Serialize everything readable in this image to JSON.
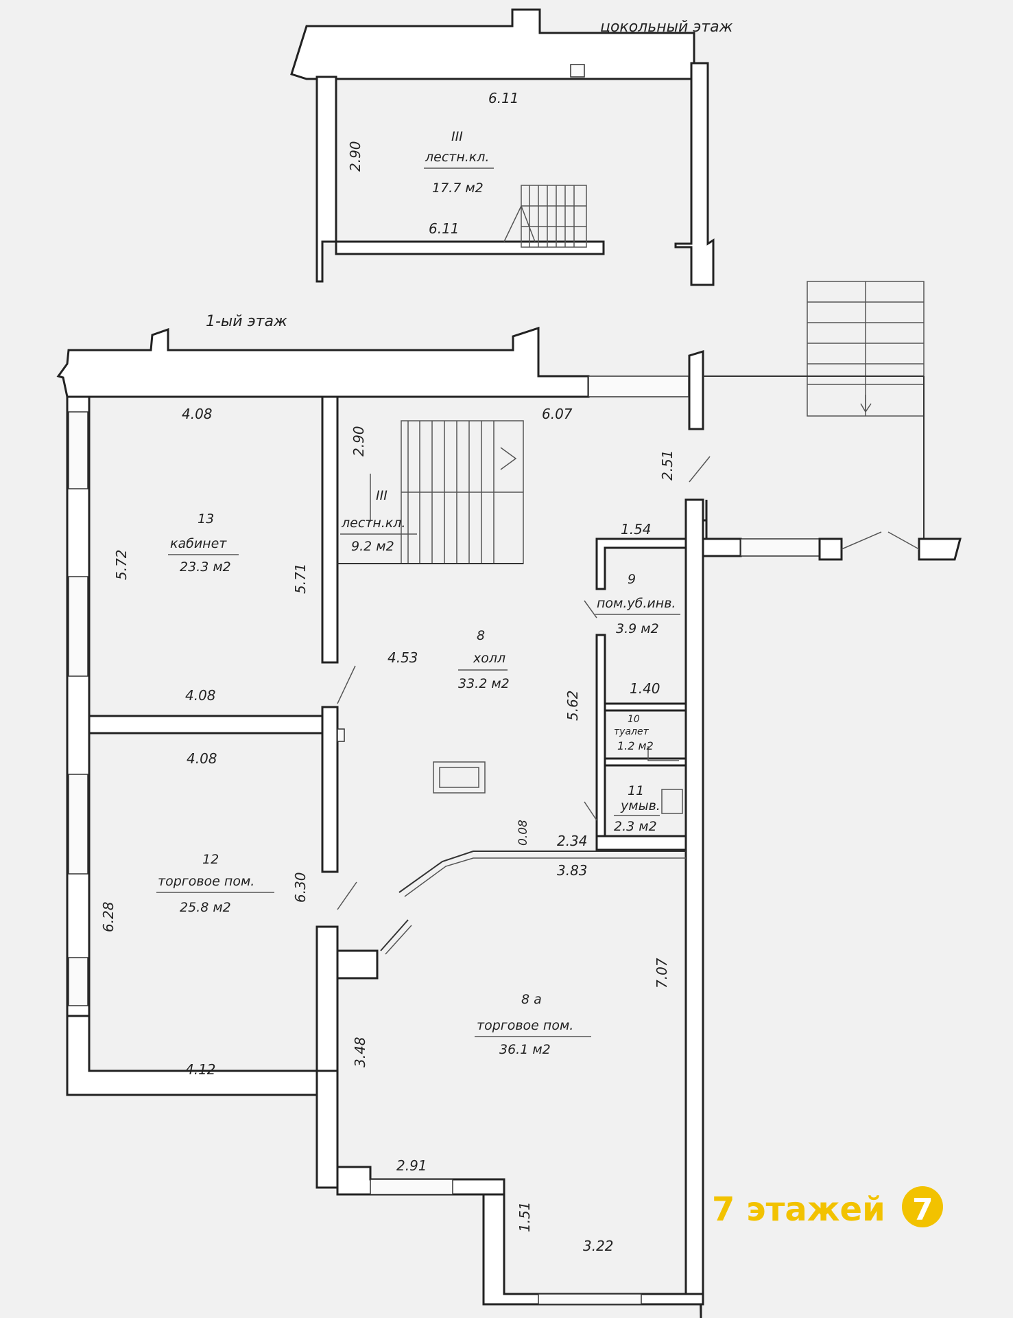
{
  "floors": {
    "basement_title": "цокольный этаж",
    "first_title": "1-ый этаж"
  },
  "rooms": {
    "stair_basement": {
      "number": "III",
      "name": "лестн.кл.",
      "area": "17.7 м2"
    },
    "stair_first": {
      "number": "III",
      "name": "лестн.кл.",
      "area": "9.2 м2"
    },
    "r13": {
      "number": "13",
      "name": "кабинет",
      "area": "23.3 м2"
    },
    "r8": {
      "number": "8",
      "name": "холл",
      "area": "33.2 м2"
    },
    "r9": {
      "number": "9",
      "name": "пом.уб.инв.",
      "area": "3.9 м2"
    },
    "r10": {
      "number": "10",
      "name": "туалет",
      "area": "1.2 м2"
    },
    "r11": {
      "number": "11",
      "name": "умыв.",
      "area": "2.3 м2"
    },
    "r12": {
      "number": "12",
      "name": "торговое пом.",
      "area": "25.8 м2"
    },
    "r8a": {
      "number": "8 а",
      "name": "торговое пом.",
      "area": "36.1 м2"
    }
  },
  "dimensions": {
    "b_top": "6.11",
    "b_left": "2.90",
    "b_bottom": "6.11",
    "r13_top": "4.08",
    "r13_left": "5.72",
    "r13_right": "5.71",
    "r13_bottom": "4.08",
    "stair_h": "2.90",
    "top_right": "6.07",
    "entry": "2.51",
    "r9_top": "1.54",
    "r9_bottom": "1.40",
    "hall_mid": "4.53",
    "hall_right": "5.62",
    "r12_top": "4.08",
    "r12_left": "6.28",
    "r12_right": "6.30",
    "r12_bottom": "4.12",
    "small_v": "0.08",
    "r8a_top_a": "2.34",
    "r8a_top_b": "3.83",
    "r8a_right": "7.07",
    "r8a_left": "3.48",
    "r8a_bottom": "2.91",
    "r8a_step": "1.51",
    "r8a_bottom2": "3.22"
  },
  "logo": {
    "text": "7 этажей",
    "digit": "7",
    "color": "#f2c200"
  }
}
